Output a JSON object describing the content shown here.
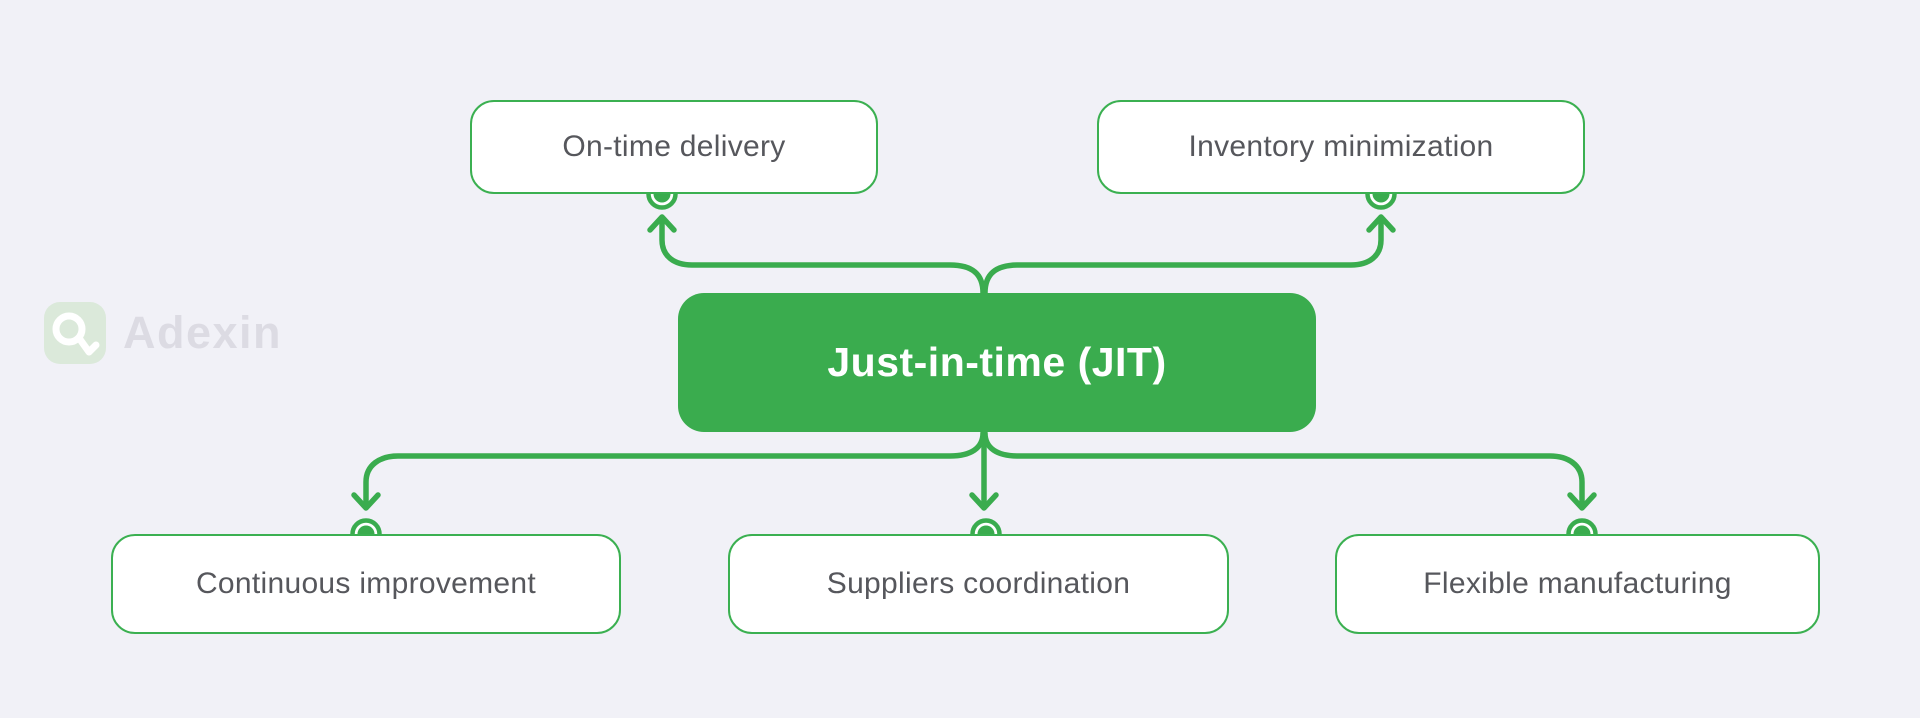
{
  "colors": {
    "bg": "#f1f1f7",
    "accent": "#3aac4e",
    "node_border": "#3bb051",
    "node_text": "#56575c",
    "logo_tile": "#dbe9da",
    "logo_text": "#dcdbe3",
    "center_node_text": "#ffffff",
    "node_bg": "#ffffff"
  },
  "logo": {
    "brand": "Adexin",
    "icon": "adexin-a-loop-icon"
  },
  "diagram": {
    "center_node": {
      "label": "Just-in-time (JIT)"
    },
    "top_nodes": [
      {
        "label": "On-time delivery"
      },
      {
        "label": "Inventory minimization"
      }
    ],
    "bottom_nodes": [
      {
        "label": "Continuous improvement"
      },
      {
        "label": "Suppliers coordination"
      },
      {
        "label": "Flexible manufacturing"
      }
    ],
    "connector_icon": "green-dot-connector"
  }
}
